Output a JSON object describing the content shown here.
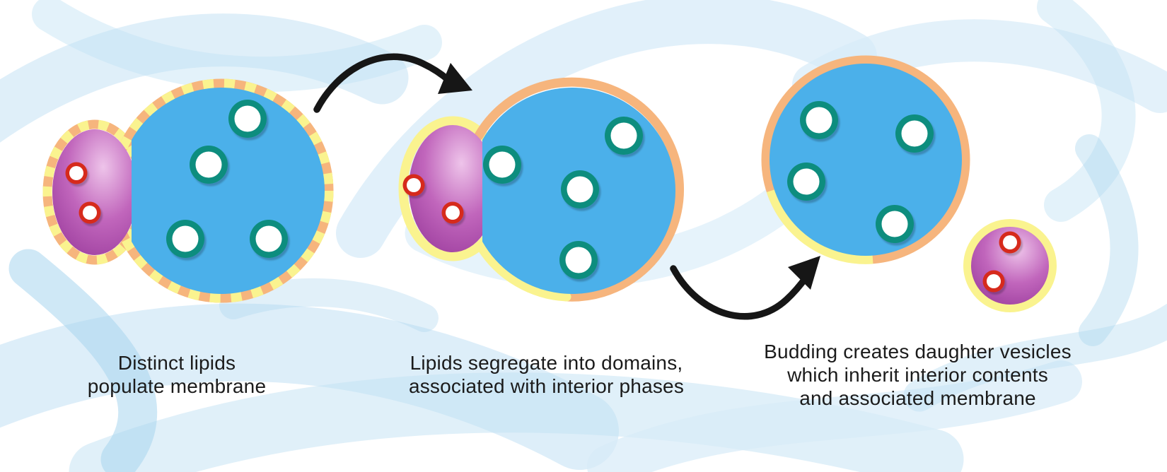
{
  "figure": {
    "description": "Vesicle membrane budding process diagram",
    "background_color": "#ffffff"
  },
  "colors": {
    "interior_blue": "#4bb0ea",
    "membrane_orange": "#f6b57d",
    "membrane_yellow": "#faf38f",
    "purple_highlight": "#eec4ea",
    "purple_mid": "#c166bc",
    "purple_deep": "#993a9b",
    "teal_ring": "#108d7e",
    "red_ring": "#d62b1b",
    "particle_core": "#ffffff",
    "arrow_ink": "#161616",
    "caption_text": "#1b1b1b",
    "wash_light": "#d7ebf8",
    "wash_mid": "#c1e2f4",
    "wash_deep": "#a8d5ee"
  },
  "stages": [
    {
      "caption_lines": [
        "Distinct lipids",
        "populate membrane"
      ],
      "membrane": "mixed dashed yellow and orange lipids",
      "teal_particle_count": 4,
      "red_particle_count": 2
    },
    {
      "caption_lines": [
        "Lipids segregate into domains,",
        "associated with interior phases"
      ],
      "membrane": "yellow domain around purple phase, orange domain around blue phase",
      "teal_particle_count": 4,
      "red_particle_count": 2
    },
    {
      "caption_lines": [
        "Budding creates daughter vesicles",
        "which inherit interior contents",
        "and associated membrane"
      ],
      "membrane": "separated vesicles: orange around blue, yellow around purple",
      "teal_particle_count": 4,
      "red_particle_count": 2
    }
  ]
}
